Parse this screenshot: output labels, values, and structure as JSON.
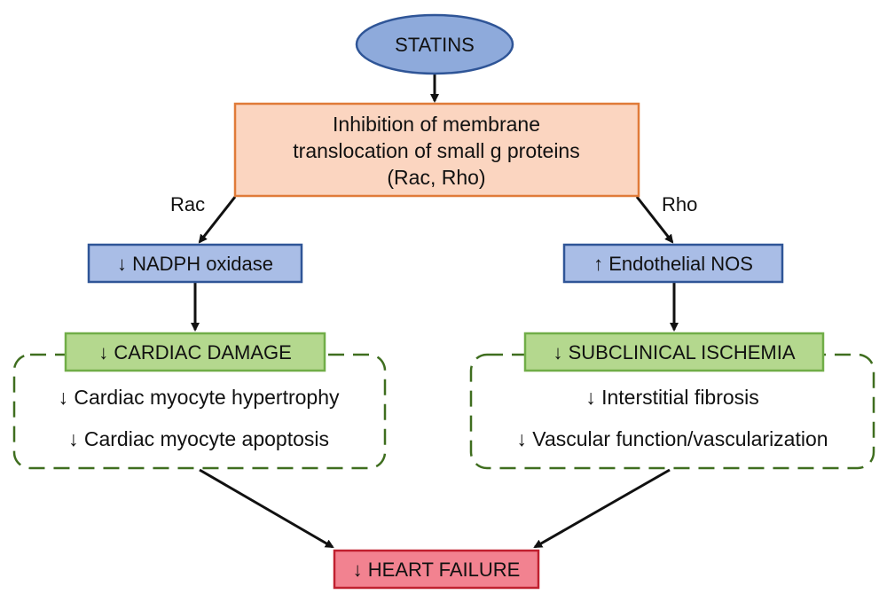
{
  "nodes": {
    "statins": {
      "label": "STATINS",
      "fill": "#8eaadb",
      "stroke": "#2f5597"
    },
    "inhibition": {
      "lines": [
        "Inhibition of membrane",
        "translocation of small g proteins",
        "(Rac, Rho)"
      ],
      "fill": "#fbd5c0",
      "stroke": "#e07b39"
    },
    "nadph": {
      "label": "↓ NADPH oxidase",
      "fill": "#a9bde6",
      "stroke": "#2f5597"
    },
    "enos": {
      "label": "↑ Endothelial NOS",
      "fill": "#a9bde6",
      "stroke": "#2f5597"
    },
    "cardiac_damage": {
      "label": "↓ CARDIAC DAMAGE",
      "items": [
        "↓ Cardiac myocyte hypertrophy",
        "↓ Cardiac myocyte apoptosis"
      ],
      "fill": "#b4d88e",
      "stroke": "#70ad47",
      "group_stroke": "#3f6e1f"
    },
    "ischemia": {
      "label": "↓ SUBCLINICAL ISCHEMIA",
      "items": [
        "↓ Interstitial fibrosis",
        "↓ Vascular function/vascularization"
      ],
      "fill": "#b4d88e",
      "stroke": "#70ad47",
      "group_stroke": "#3f6e1f"
    },
    "heart_failure": {
      "label": "↓ HEART FAILURE",
      "fill": "#f28290",
      "stroke": "#c0202f"
    }
  },
  "edge_labels": {
    "rac": "Rac",
    "rho": "Rho"
  },
  "edges": [
    {
      "from": "statins",
      "to": "inhibition"
    },
    {
      "from": "inhibition",
      "to": "nadph",
      "label": "Rac"
    },
    {
      "from": "inhibition",
      "to": "enos",
      "label": "Rho"
    },
    {
      "from": "nadph",
      "to": "cardiac_damage"
    },
    {
      "from": "enos",
      "to": "ischemia"
    },
    {
      "from": "cardiac_damage",
      "to": "heart_failure"
    },
    {
      "from": "ischemia",
      "to": "heart_failure"
    }
  ]
}
